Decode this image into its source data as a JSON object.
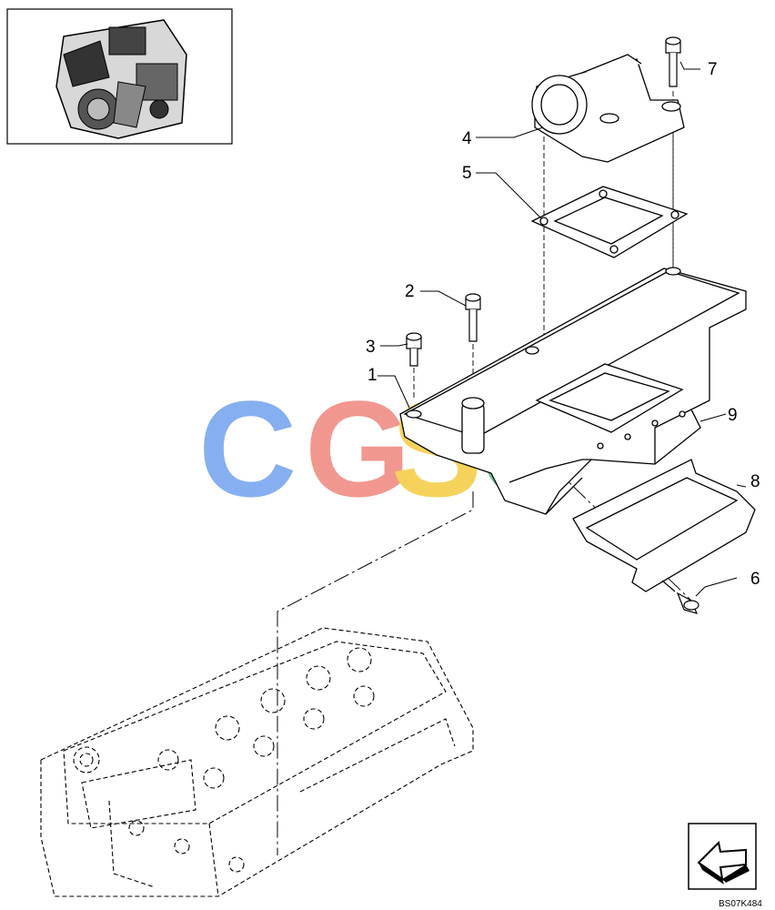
{
  "diagram": {
    "callouts": [
      {
        "id": "1",
        "label": "1"
      },
      {
        "id": "2",
        "label": "2"
      },
      {
        "id": "3",
        "label": "3"
      },
      {
        "id": "4",
        "label": "4"
      },
      {
        "id": "5",
        "label": "5"
      },
      {
        "id": "6",
        "label": "6"
      },
      {
        "id": "7",
        "label": "7"
      },
      {
        "id": "8",
        "label": "8"
      },
      {
        "id": "9",
        "label": "9"
      }
    ],
    "watermark": {
      "letters": [
        "C",
        "G",
        "S",
        "C"
      ],
      "colors": [
        "#7aa7f0",
        "#f08c84",
        "#f5cf4a",
        "#5fb985"
      ]
    },
    "drawing_code": "BS07K484",
    "icons": [
      "engine-thumbnail",
      "navigation-arrow-icon"
    ]
  }
}
